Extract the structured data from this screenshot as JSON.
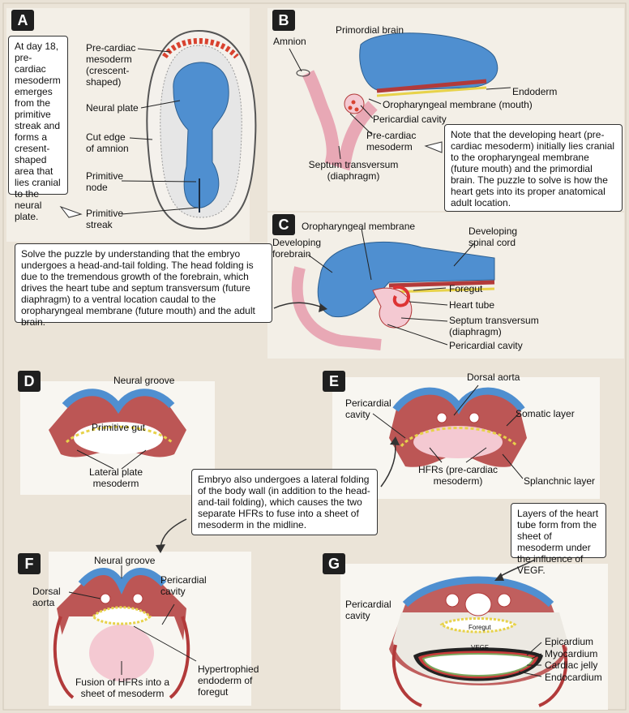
{
  "panels": {
    "a": "A",
    "b": "B",
    "c": "C",
    "d": "D",
    "e": "E",
    "f": "F",
    "g": "G"
  },
  "notes": {
    "day18": "At day 18, pre-cardiac mesoderm emerges from the primitive streak and forms a cresent-shaped area that lies cranial to the neural plate.",
    "heart_cranial": "Note that the developing heart (pre-cardiac mesoderm) initially lies cranial to the oropharyngeal membrane (future mouth) and the primordial brain. The puzzle to solve is how the heart gets into its proper anatomical adult location.",
    "folding": "Solve the puzzle by understanding that the embryo undergoes a head-and-tail folding. The head folding is due to the tremendous growth of the forebrain, which drives the heart tube and septum transversum (future diaphragm) to a ventral location caudal to the oropharyngeal membrane (future mouth) and the adult brain.",
    "lateral": "Embryo also undergoes a lateral folding of the body wall (in addition to the head-and-tail folding), which causes the two separate HFRs to fuse into a sheet of mesoderm in the midline.",
    "vegf": "Layers of the heart tube form from the sheet of mesoderm under the influence of VEGF."
  },
  "labels_a": {
    "precardiac": "Pre-cardiac mesoderm (crescent-shaped)",
    "neural_plate": "Neural plate",
    "cut_edge": "Cut edge of amnion",
    "node": "Primitive node",
    "streak": "Primitive streak"
  },
  "labels_b": {
    "amnion": "Amnion",
    "brain": "Primordial brain",
    "endoderm": "Endoderm",
    "oro": "Oropharyngeal membrane (mouth)",
    "pericardial": "Pericardial cavity",
    "precardiac": "Pre-cardiac mesoderm",
    "septum": "Septum transversum (diaphragm)"
  },
  "labels_c": {
    "oro": "Oropharyngeal membrane",
    "spinal": "Developing spinal cord",
    "forebrain": "Developing forebrain",
    "foregut": "Foregut",
    "heart": "Heart tube",
    "septum": "Septum transversum (diaphragm)",
    "pericardial": "Pericardial cavity"
  },
  "labels_d": {
    "groove": "Neural groove",
    "gut": "Primitive gut",
    "lateral": "Lateral plate mesoderm"
  },
  "labels_e": {
    "aorta": "Dorsal aorta",
    "pericardial": "Pericardial cavity",
    "somatic": "Somatic layer",
    "hfrs": "HFRs (pre-cardiac mesoderm)",
    "splanchnic": "Splanchnic layer"
  },
  "labels_f": {
    "groove": "Neural groove",
    "aorta": "Dorsal aorta",
    "pericardial": "Pericardial cavity",
    "endoderm": "Hypertrophied endoderm of foregut",
    "fusion": "Fusion of HFRs into a sheet of mesoderm"
  },
  "labels_g": {
    "pericardial": "Pericardial cavity",
    "foregut": "Foregut",
    "vegf": "VEGF",
    "epi": "Epicardium",
    "myo": "Myocardium",
    "jelly": "Cardiac jelly",
    "endo": "Endocardium"
  },
  "colors": {
    "neural": "#4f8fd0",
    "red": "#b23a3a",
    "pink": "#f4c9d2",
    "yellow": "#e7d24a",
    "bg": "#e9e2d6"
  }
}
